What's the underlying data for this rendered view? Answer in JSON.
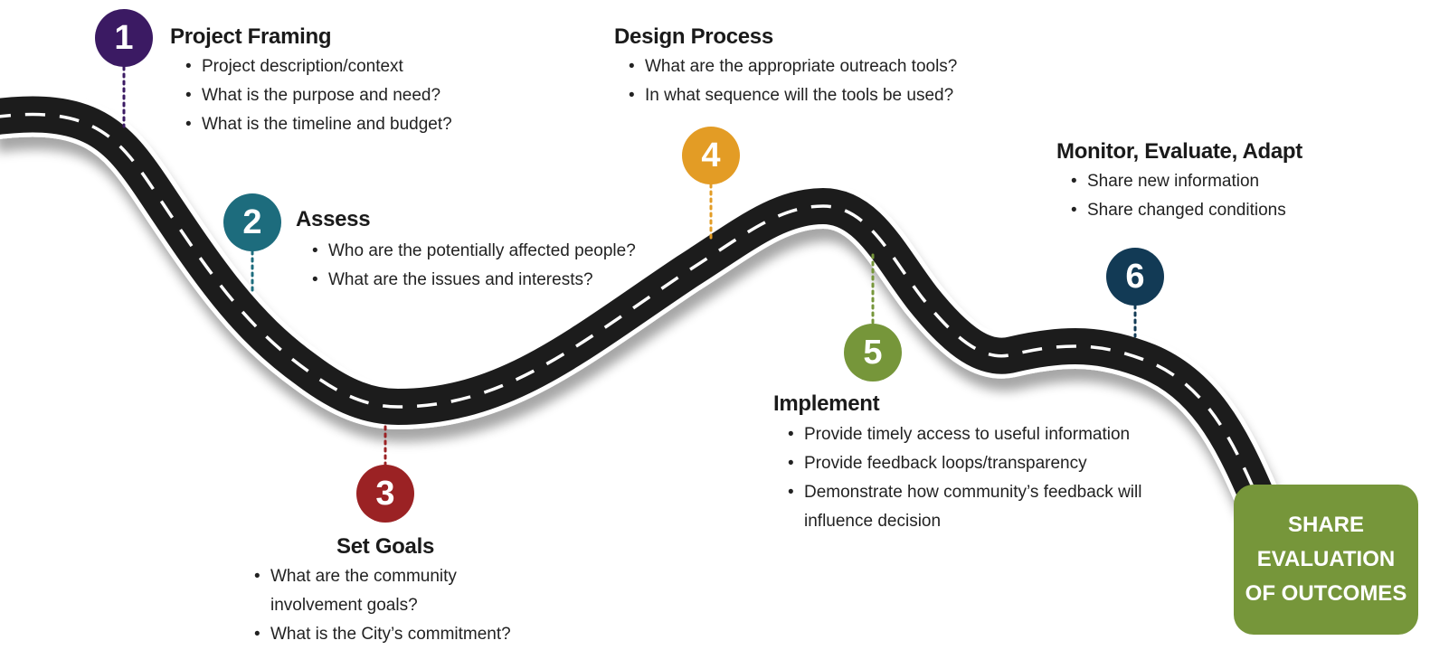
{
  "colors": {
    "road": "#1e1e1e",
    "stage1": "#3b1a63",
    "stage2": "#1d6c7d",
    "stage3": "#9b2224",
    "stage4": "#e39c25",
    "stage5": "#76963a",
    "stage6": "#123a55",
    "final": "#76963a"
  },
  "stages": [
    {
      "number": "1",
      "title": "Project Framing",
      "items": [
        "Project description/context",
        "What is the purpose and need?",
        "What is the timeline and budget?"
      ]
    },
    {
      "number": "2",
      "title": "Assess",
      "items": [
        "Who are the potentially affected people?",
        "What are the issues and interests?"
      ]
    },
    {
      "number": "3",
      "title": "Set Goals",
      "items": [
        "What are the community involvement goals?",
        "What is the City’s commitment?"
      ]
    },
    {
      "number": "4",
      "title": "Design Process",
      "items": [
        "What are the appropriate outreach tools?",
        "In what sequence will the tools be used?"
      ]
    },
    {
      "number": "5",
      "title": "Implement",
      "items": [
        "Provide timely access to useful information",
        "Provide feedback loops/transparency",
        "Demonstrate how community’s feedback will influence decision"
      ]
    },
    {
      "number": "6",
      "title": "Monitor, Evaluate, Adapt",
      "items": [
        "Share new information",
        "Share changed conditions"
      ]
    }
  ],
  "final_box": {
    "line1": "SHARE",
    "line2": "EVALUATION",
    "line3": "OF OUTCOMES"
  }
}
